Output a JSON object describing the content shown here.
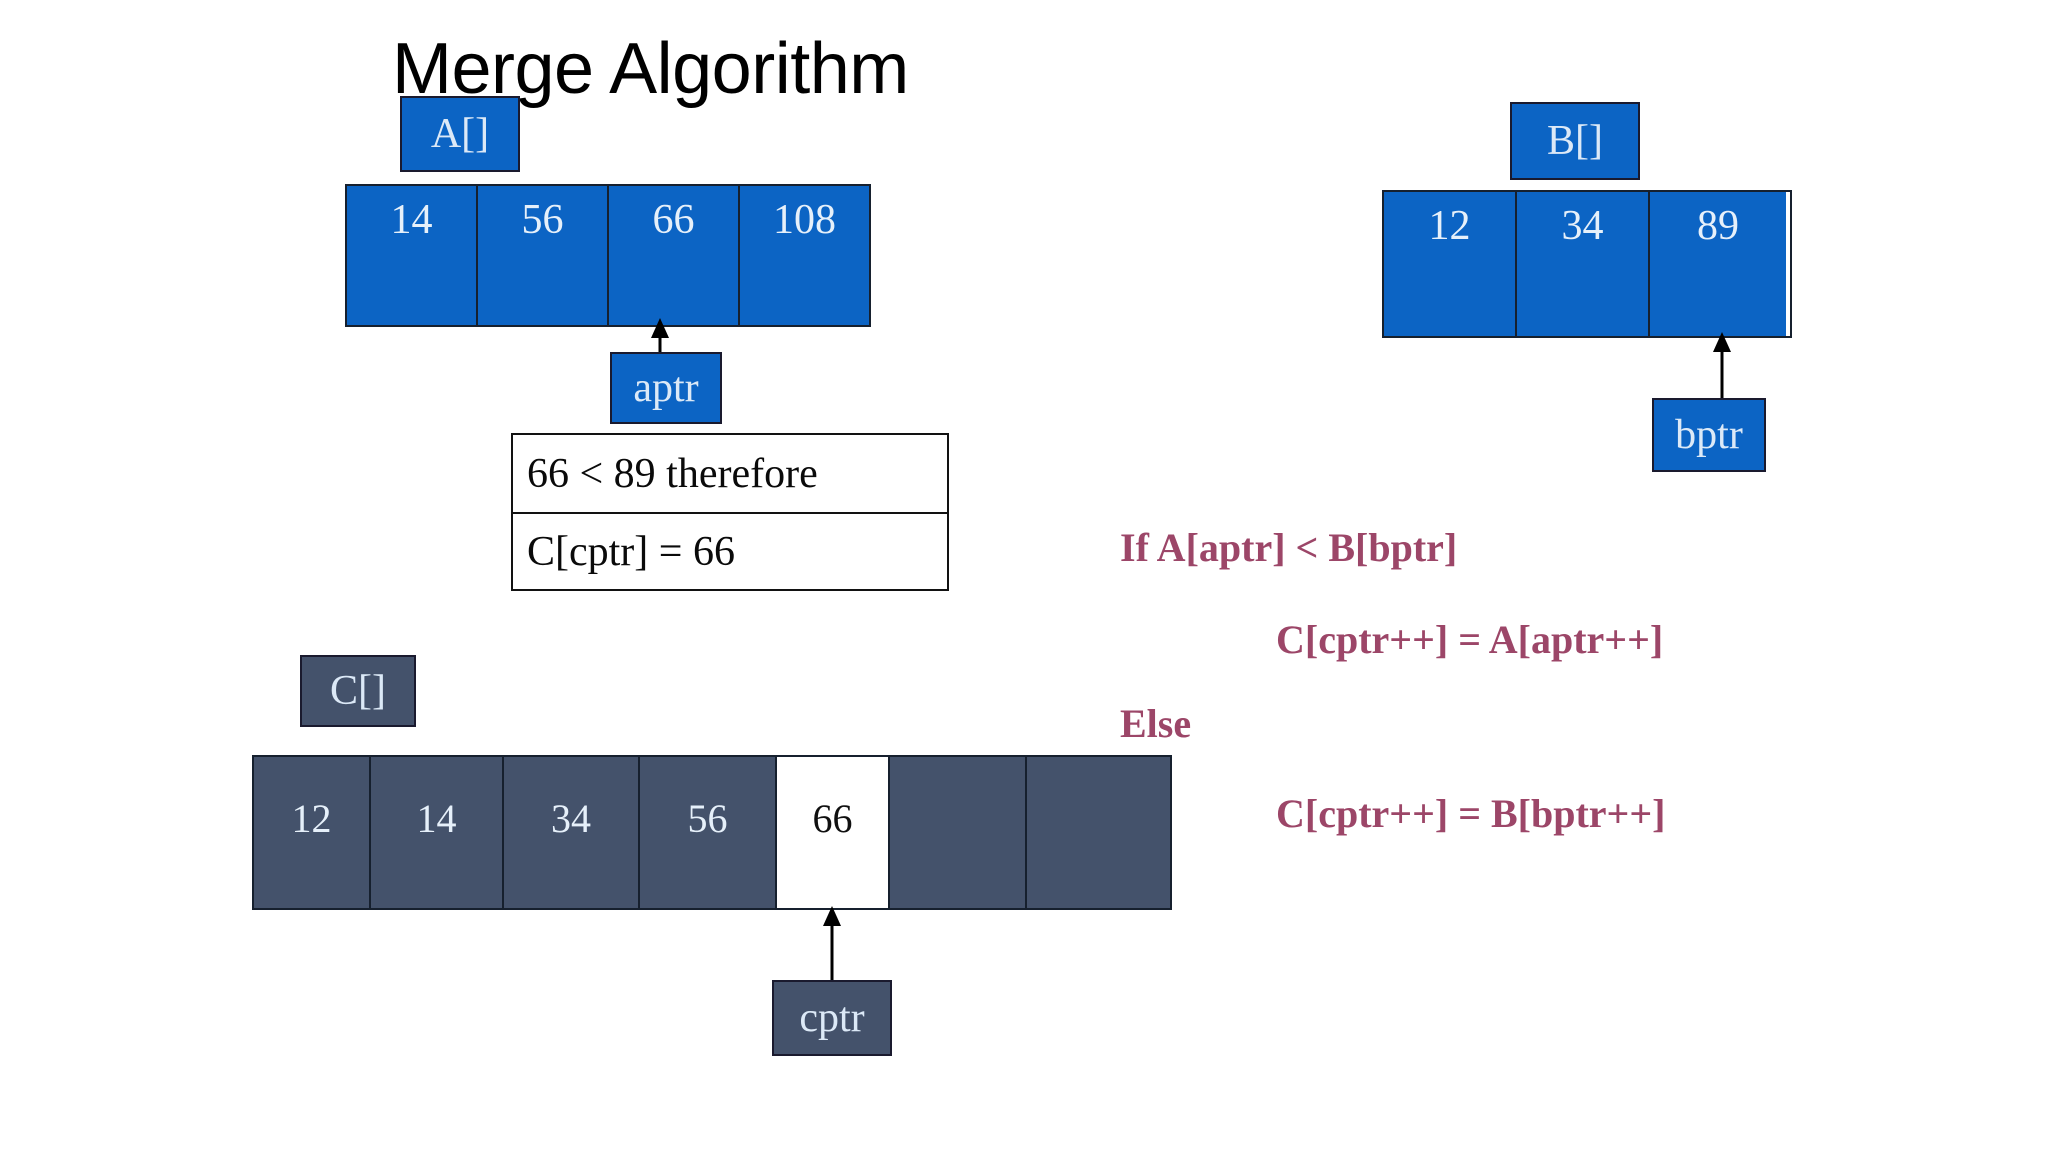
{
  "slide": {
    "title": "Merge Algorithm",
    "background": "#ffffff"
  },
  "colors": {
    "blue": "#0C64C4",
    "slate": "#44526B",
    "highlight": "#ffffff",
    "code_text": "#9C4668",
    "border": "#16202e",
    "cell_text": "#e6f0fa"
  },
  "arrays": {
    "a": {
      "label": "A[]",
      "values": [
        "14",
        "56",
        "66",
        "108"
      ],
      "pointer": {
        "name": "aptr",
        "index": 2
      }
    },
    "b": {
      "label": "B[]",
      "values": [
        "12",
        "34",
        "89"
      ],
      "pointer": {
        "name": "bptr",
        "index": 2
      }
    },
    "c": {
      "label": "C[]",
      "values": [
        "12",
        "14",
        "34",
        "56",
        "66",
        "",
        ""
      ],
      "highlight_index": 4,
      "pointer": {
        "name": "cptr",
        "index": 4
      }
    }
  },
  "info_box": {
    "line1": "66 < 89 therefore",
    "line2": "C[cptr] = 66"
  },
  "pseudocode": {
    "if_line": "If A[aptr] < B[bptr]",
    "then_line": "C[cptr++] = A[aptr++]",
    "else_line": "Else",
    "else_body": "C[cptr++] = B[bptr++]"
  }
}
